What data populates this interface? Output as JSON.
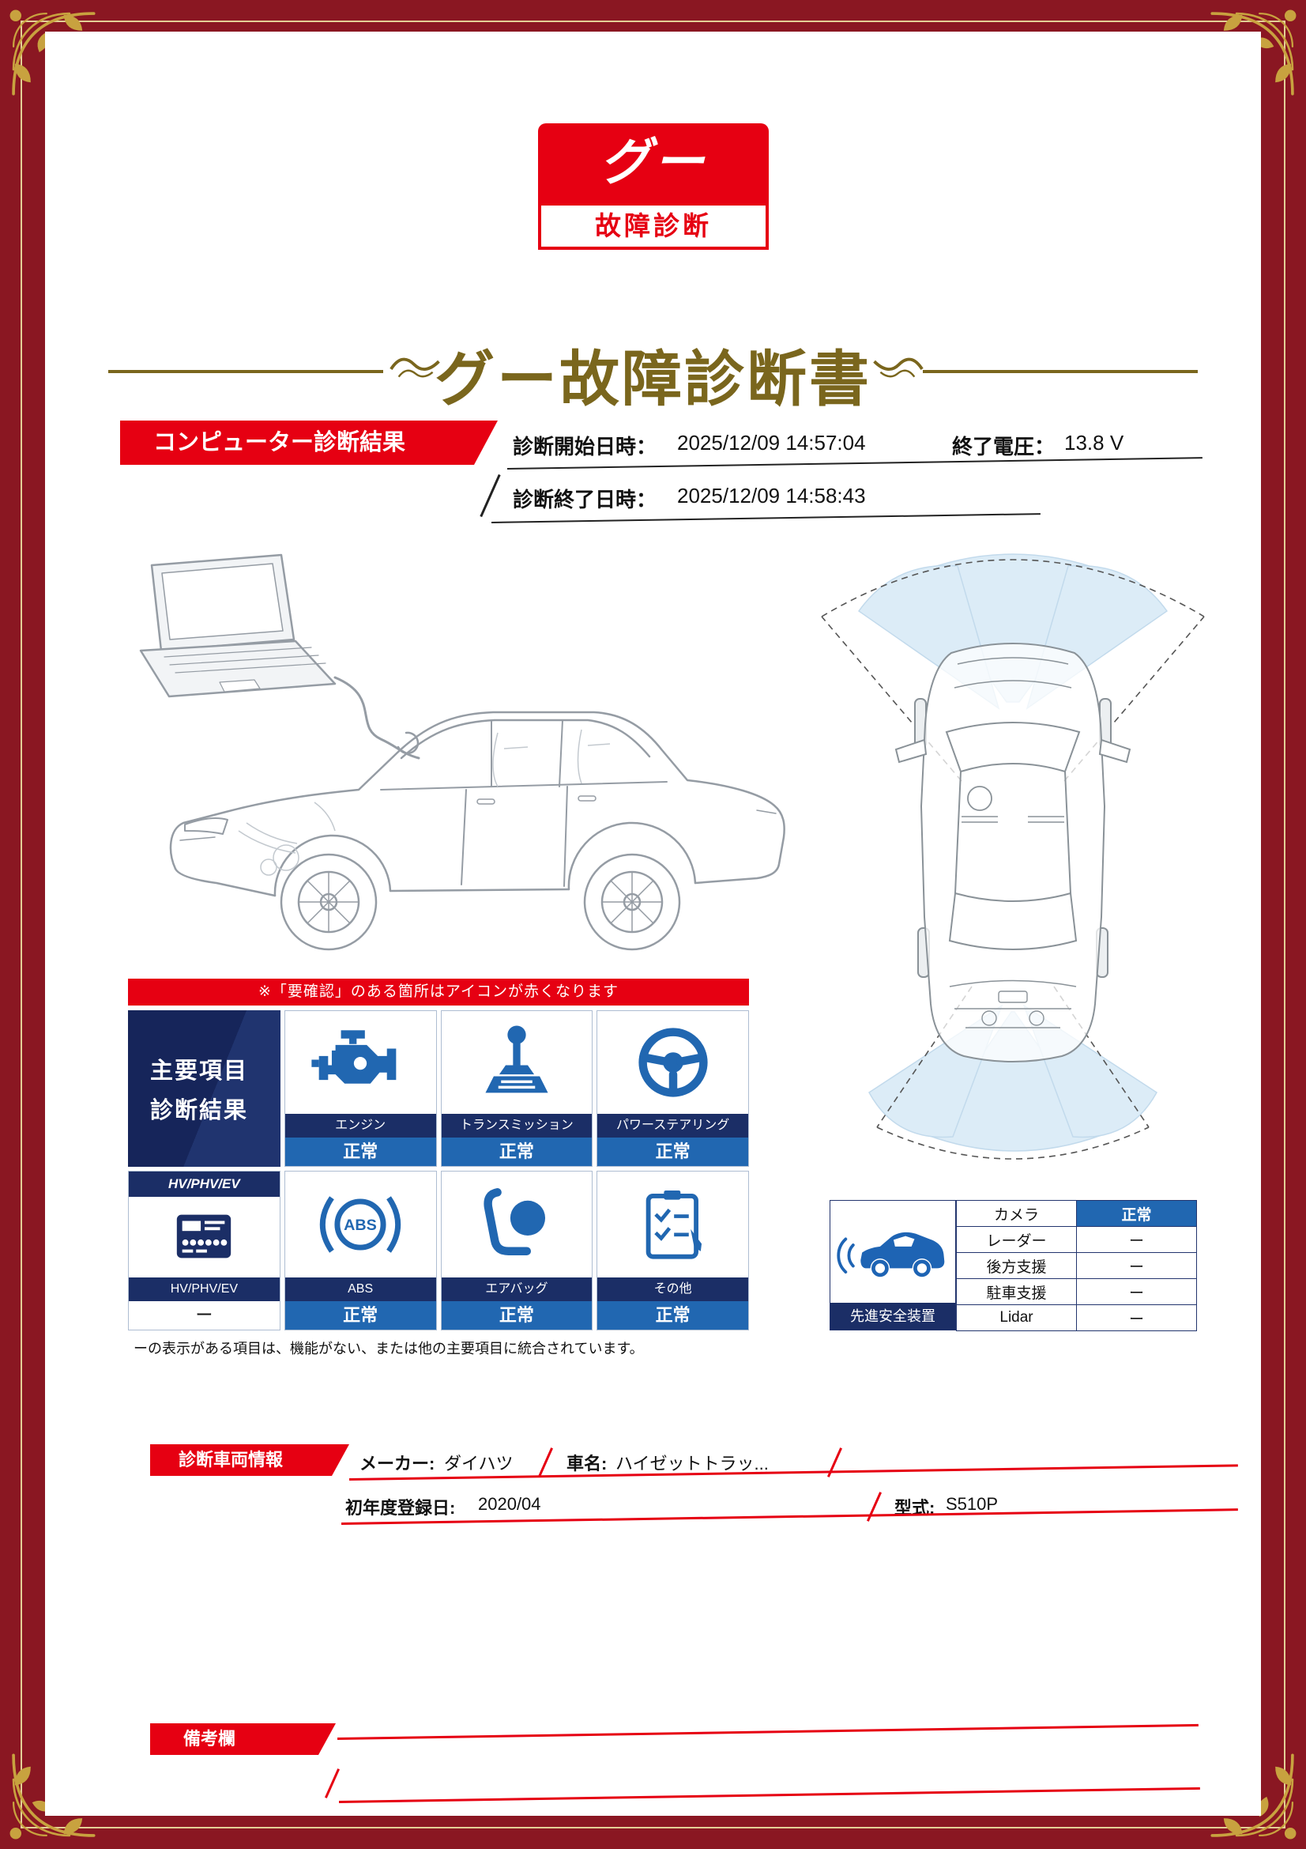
{
  "colors": {
    "frame_maroon": "#8a1722",
    "frame_gold": "#c8a23f",
    "accent_red": "#e60012",
    "title_gold": "#7a661d",
    "navy": "#1b2e66",
    "blue": "#2167b1",
    "zone_blue": "#d9ebf7"
  },
  "logo": {
    "mark": "グー",
    "caption": "故障診断"
  },
  "title": "グー故障診断書",
  "diagnosis": {
    "banner": "コンピューター診断結果",
    "start_label": "診断開始日時：",
    "start_value": "2025/12/09 14:57:04",
    "end_voltage_label": "終了電圧：",
    "end_voltage_value": "13.8 V",
    "end_label": "診断終了日時：",
    "end_value": "2025/12/09 14:58:43"
  },
  "warning_note": "※「要確認」のある箇所はアイコンが赤くなります",
  "main_grid": {
    "header_line1": "主要項目",
    "header_line2": "診断結果",
    "items": [
      {
        "icon": "engine-icon",
        "label": "エンジン",
        "status": "正常"
      },
      {
        "icon": "transmission-icon",
        "label": "トランスミッション",
        "status": "正常"
      },
      {
        "icon": "power-steering-icon",
        "label": "パワーステアリング",
        "status": "正常"
      },
      {
        "icon": "hv-phv-ev-icon",
        "header": "HV/PHV/EV",
        "label": "HV/PHV/EV",
        "status": "ー"
      },
      {
        "icon": "abs-icon",
        "label": "ABS",
        "status": "正常"
      },
      {
        "icon": "airbag-icon",
        "label": "エアバッグ",
        "status": "正常"
      },
      {
        "icon": "other-icon",
        "label": "その他",
        "status": "正常"
      }
    ],
    "footnote": "ーの表示がある項目は、機能がない、または他の主要項目に統合されています。"
  },
  "adas": {
    "caption": "先進安全装置",
    "rows": [
      {
        "name": "カメラ",
        "value": "正常"
      },
      {
        "name": "レーダー",
        "value": "ー"
      },
      {
        "name": "後方支援",
        "value": "ー"
      },
      {
        "name": "駐車支援",
        "value": "ー"
      },
      {
        "name": "Lidar",
        "value": "ー"
      }
    ]
  },
  "vehicle": {
    "banner": "診断車両情報",
    "maker_label": "メーカー:",
    "maker_value": "ダイハツ",
    "name_label": "車名:",
    "name_value": "ハイゼットトラッ...",
    "first_reg_label": "初年度登録日:",
    "first_reg_value": "2020/04",
    "model_label": "型式:",
    "model_value": "S510P"
  },
  "remarks": {
    "banner": "備考欄"
  }
}
